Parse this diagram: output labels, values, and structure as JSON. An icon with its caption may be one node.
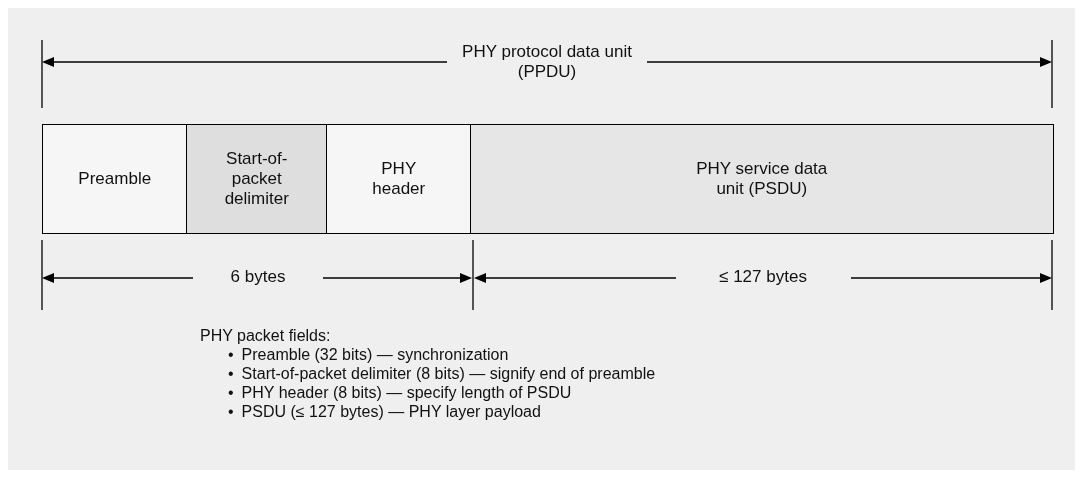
{
  "diagram": {
    "nodes": [
      {
        "text": [
          "Preamble"
        ]
      },
      {
        "text": [
          "Start-of- packet delimiter"
        ]
      },
      {
        "text": [
          "PHY header"
        ]
      },
      {
        "text": [
          "PHY service data unit (PSDU)"
        ]
      }
    ],
    "labels": [
      "PHY protocol data unit (PPDU)",
      "6 bytes",
      "≤ 127 bytes",
      "PHY packet fields:",
      "•",
      "Preamble (32 bits) — synchronization",
      "•",
      "Start-of-packet delimiter (8 bits) — signify end of preamble",
      "•",
      "PHY header (8 bits) — specify length of PSDU",
      "•",
      "PSDU (≤ 127 bytes) — PHY layer payload"
    ]
  }
}
